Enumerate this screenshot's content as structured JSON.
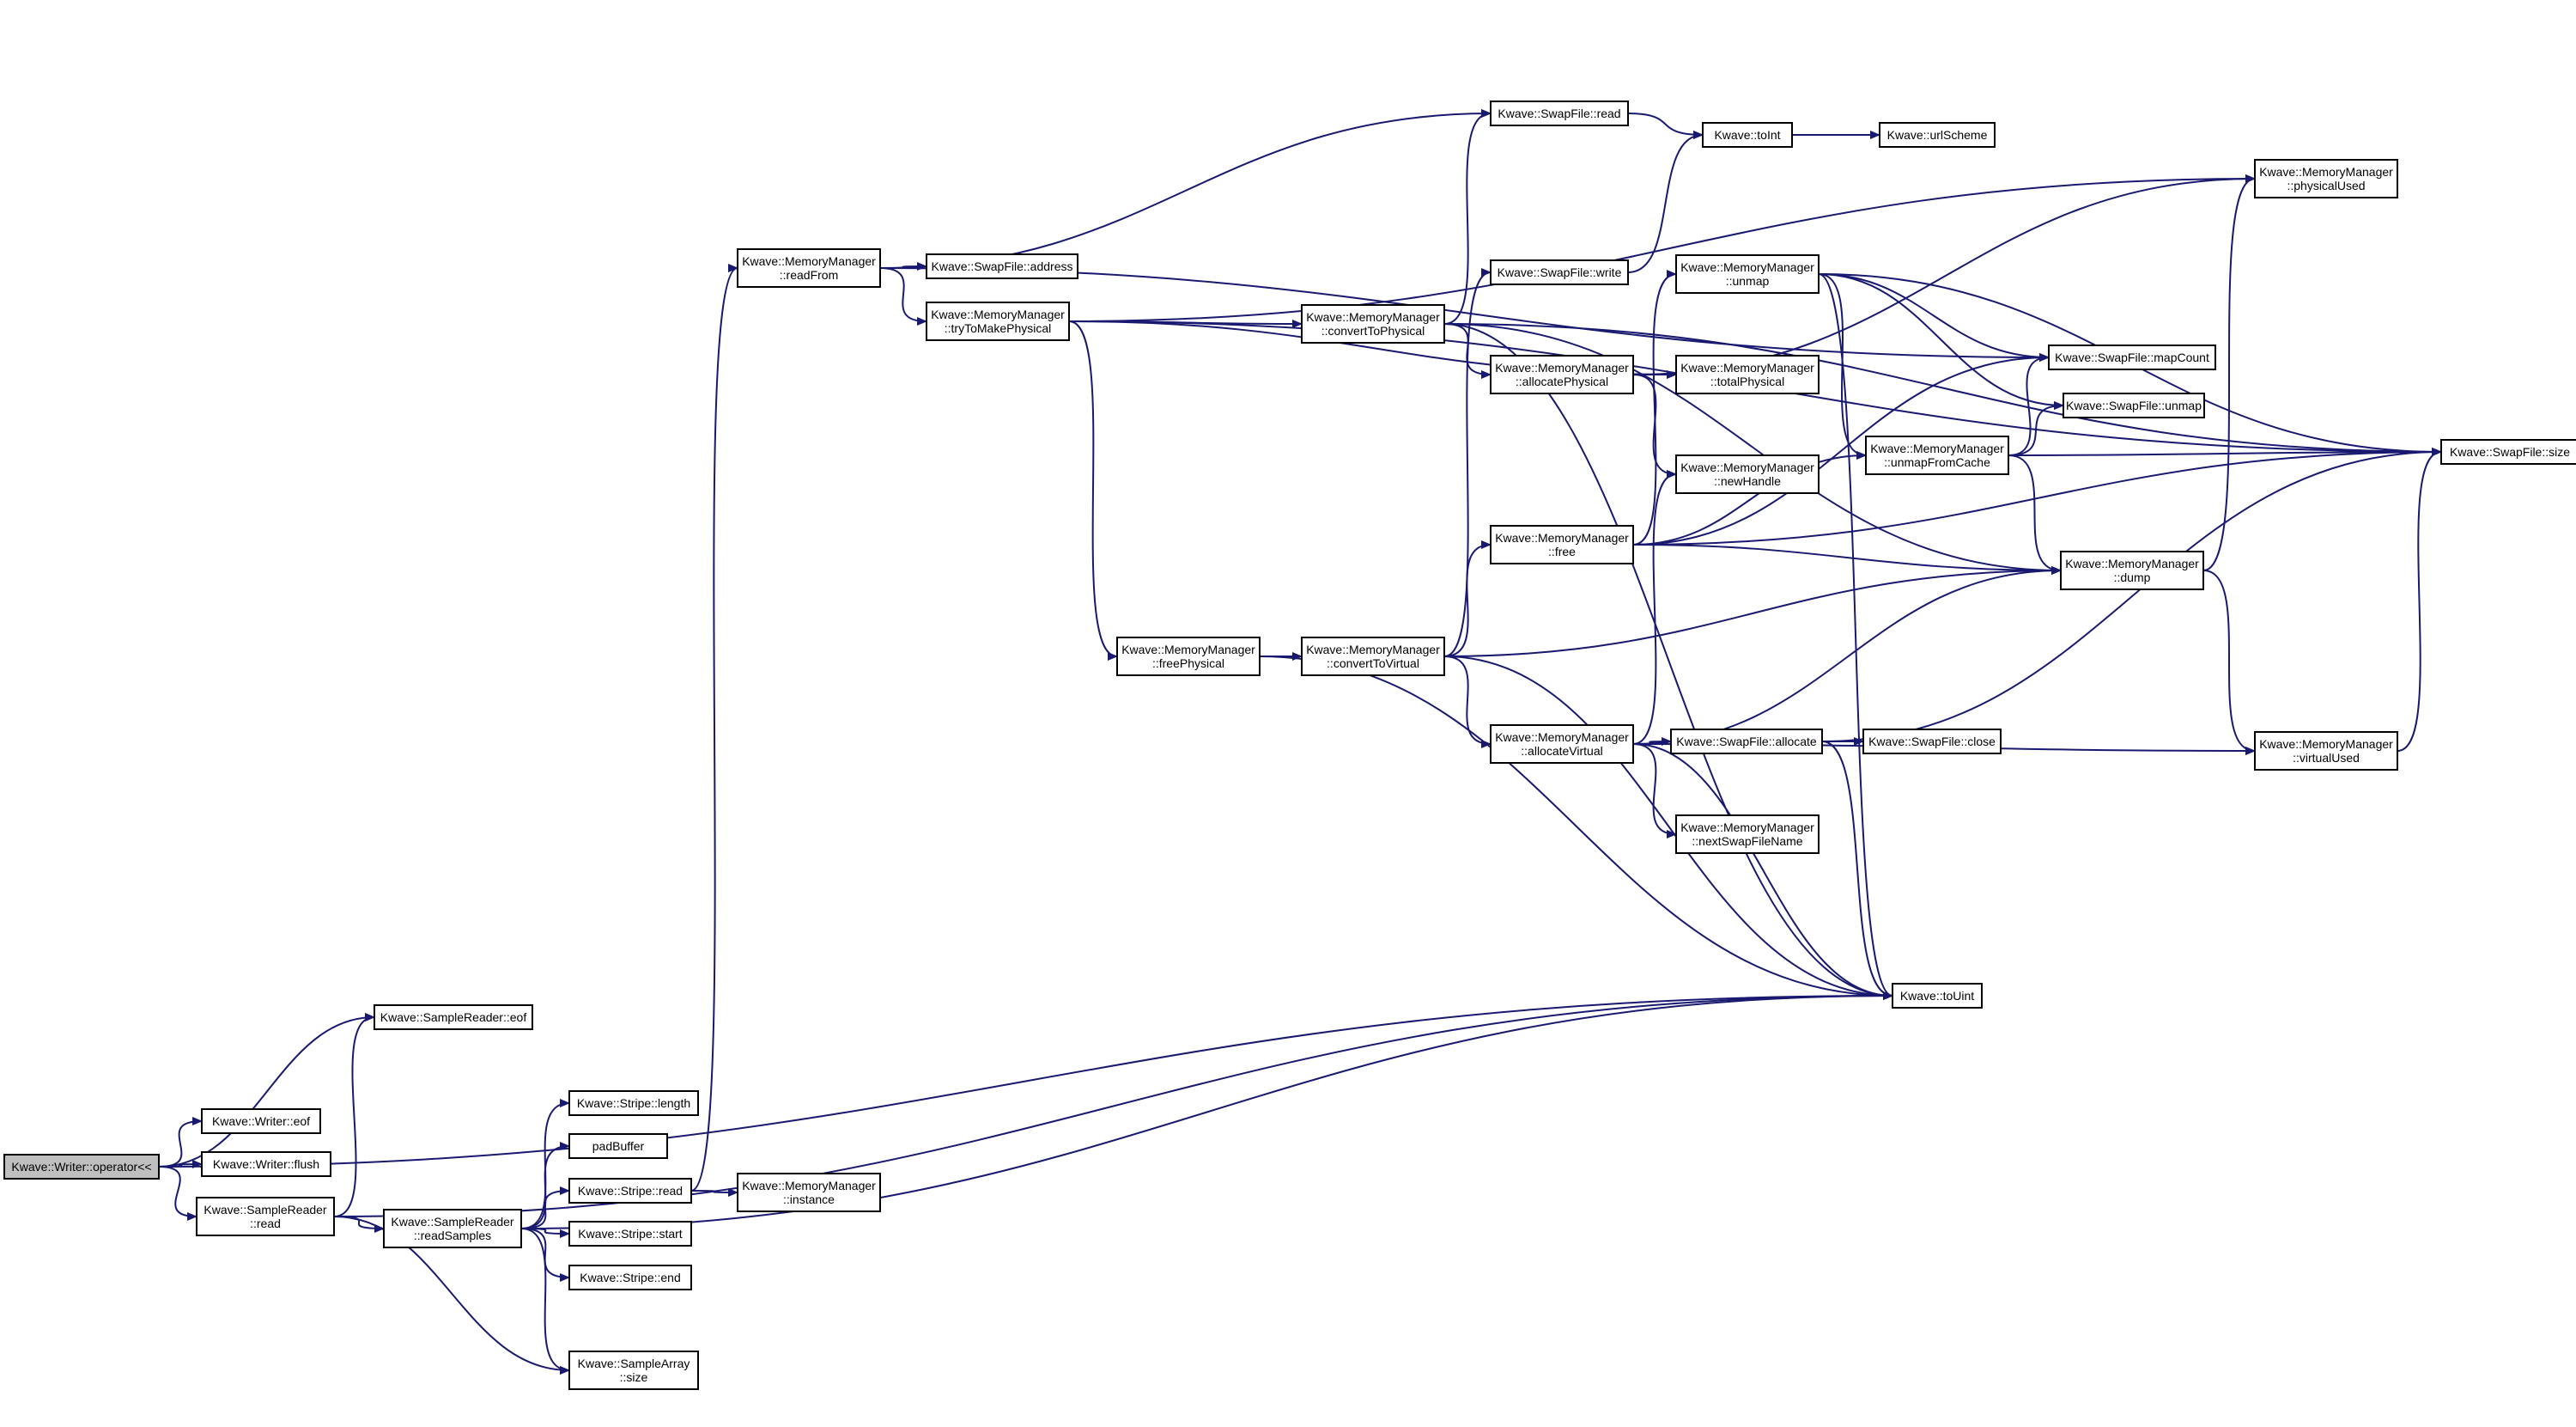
{
  "graph": {
    "title": "",
    "colors": {
      "edge": "#191970",
      "node_border": "#000000",
      "node_fill": "#ffffff",
      "root_fill": "#bfbfbf",
      "text": "#000000"
    },
    "nodes": [
      {
        "id": "root",
        "lines": [
          "Kwave::Writer::operator<<"
        ],
        "root": true
      },
      {
        "id": "sr_eof",
        "lines": [
          "Kwave::SampleReader::eof"
        ]
      },
      {
        "id": "w_eof",
        "lines": [
          "Kwave::Writer::eof"
        ]
      },
      {
        "id": "w_flush",
        "lines": [
          "Kwave::Writer::flush"
        ]
      },
      {
        "id": "sr_read",
        "lines": [
          "Kwave::SampleReader",
          "::read"
        ]
      },
      {
        "id": "sr_readSamples",
        "lines": [
          "Kwave::SampleReader",
          "::readSamples"
        ]
      },
      {
        "id": "stripe_length",
        "lines": [
          "Kwave::Stripe::length"
        ]
      },
      {
        "id": "padBuffer",
        "lines": [
          "padBuffer"
        ]
      },
      {
        "id": "stripe_read",
        "lines": [
          "Kwave::Stripe::read"
        ]
      },
      {
        "id": "stripe_start",
        "lines": [
          "Kwave::Stripe::start"
        ]
      },
      {
        "id": "stripe_end",
        "lines": [
          "Kwave::Stripe::end"
        ]
      },
      {
        "id": "sa_size",
        "lines": [
          "Kwave::SampleArray",
          "::size"
        ]
      },
      {
        "id": "mm_instance",
        "lines": [
          "Kwave::MemoryManager",
          "::instance"
        ]
      },
      {
        "id": "mm_readFrom",
        "lines": [
          "Kwave::MemoryManager",
          "::readFrom"
        ]
      },
      {
        "id": "sf_address",
        "lines": [
          "Kwave::SwapFile::address"
        ]
      },
      {
        "id": "mm_tryToMakePhysical",
        "lines": [
          "Kwave::MemoryManager",
          "::tryToMakePhysical"
        ]
      },
      {
        "id": "mm_freePhysical",
        "lines": [
          "Kwave::MemoryManager",
          "::freePhysical"
        ]
      },
      {
        "id": "mm_convertToPhysical",
        "lines": [
          "Kwave::MemoryManager",
          "::convertToPhysical"
        ]
      },
      {
        "id": "mm_convertToVirtual",
        "lines": [
          "Kwave::MemoryManager",
          "::convertToVirtual"
        ]
      },
      {
        "id": "sf_read",
        "lines": [
          "Kwave::SwapFile::read"
        ]
      },
      {
        "id": "sf_write",
        "lines": [
          "Kwave::SwapFile::write"
        ]
      },
      {
        "id": "mm_allocatePhysical",
        "lines": [
          "Kwave::MemoryManager",
          "::allocatePhysical"
        ]
      },
      {
        "id": "mm_free",
        "lines": [
          "Kwave::MemoryManager",
          "::free"
        ]
      },
      {
        "id": "mm_allocateVirtual",
        "lines": [
          "Kwave::MemoryManager",
          "::allocateVirtual"
        ]
      },
      {
        "id": "toInt",
        "lines": [
          "Kwave::toInt"
        ]
      },
      {
        "id": "urlScheme",
        "lines": [
          "Kwave::urlScheme"
        ]
      },
      {
        "id": "mm_unmap",
        "lines": [
          "Kwave::MemoryManager",
          "::unmap"
        ]
      },
      {
        "id": "mm_totalPhysical",
        "lines": [
          "Kwave::MemoryManager",
          "::totalPhysical"
        ]
      },
      {
        "id": "mm_newHandle",
        "lines": [
          "Kwave::MemoryManager",
          "::newHandle"
        ]
      },
      {
        "id": "sf_allocate",
        "lines": [
          "Kwave::SwapFile::allocate"
        ]
      },
      {
        "id": "mm_nextSwapFileName",
        "lines": [
          "Kwave::MemoryManager",
          "::nextSwapFileName"
        ]
      },
      {
        "id": "mm_unmapFromCache",
        "lines": [
          "Kwave::MemoryManager",
          "::unmapFromCache"
        ]
      },
      {
        "id": "sf_close",
        "lines": [
          "Kwave::SwapFile::close"
        ]
      },
      {
        "id": "toUint",
        "lines": [
          "Kwave::toUint"
        ]
      },
      {
        "id": "sf_mapCount",
        "lines": [
          "Kwave::SwapFile::mapCount"
        ]
      },
      {
        "id": "sf_unmap",
        "lines": [
          "Kwave::SwapFile::unmap"
        ]
      },
      {
        "id": "mm_dump",
        "lines": [
          "Kwave::MemoryManager",
          "::dump"
        ]
      },
      {
        "id": "mm_physicalUsed",
        "lines": [
          "Kwave::MemoryManager",
          "::physicalUsed"
        ]
      },
      {
        "id": "mm_virtualUsed",
        "lines": [
          "Kwave::MemoryManager",
          "::virtualUsed"
        ]
      },
      {
        "id": "sf_size",
        "lines": [
          "Kwave::SwapFile::size"
        ]
      }
    ],
    "edges": [
      [
        "root",
        "sr_eof"
      ],
      [
        "root",
        "w_eof"
      ],
      [
        "root",
        "w_flush"
      ],
      [
        "root",
        "sr_read"
      ],
      [
        "root",
        "toUint"
      ],
      [
        "sr_read",
        "sr_eof"
      ],
      [
        "sr_read",
        "sr_readSamples"
      ],
      [
        "sr_read",
        "sa_size"
      ],
      [
        "sr_read",
        "toUint"
      ],
      [
        "sr_readSamples",
        "stripe_length"
      ],
      [
        "sr_readSamples",
        "padBuffer"
      ],
      [
        "sr_readSamples",
        "stripe_read"
      ],
      [
        "sr_readSamples",
        "stripe_start"
      ],
      [
        "sr_readSamples",
        "stripe_end"
      ],
      [
        "sr_readSamples",
        "sa_size"
      ],
      [
        "sr_readSamples",
        "toUint"
      ],
      [
        "stripe_read",
        "mm_instance"
      ],
      [
        "stripe_read",
        "mm_readFrom"
      ],
      [
        "mm_readFrom",
        "sf_read"
      ],
      [
        "mm_readFrom",
        "sf_address"
      ],
      [
        "mm_readFrom",
        "mm_tryToMakePhysical"
      ],
      [
        "mm_readFrom",
        "sf_mapCount"
      ],
      [
        "mm_tryToMakePhysical",
        "mm_convertToPhysical"
      ],
      [
        "mm_tryToMakePhysical",
        "mm_freePhysical"
      ],
      [
        "mm_tryToMakePhysical",
        "mm_totalPhysical"
      ],
      [
        "mm_tryToMakePhysical",
        "mm_physicalUsed"
      ],
      [
        "mm_tryToMakePhysical",
        "sf_size"
      ],
      [
        "mm_freePhysical",
        "mm_convertToVirtual"
      ],
      [
        "mm_freePhysical",
        "toUint"
      ],
      [
        "mm_convertToPhysical",
        "sf_read"
      ],
      [
        "mm_convertToPhysical",
        "mm_allocatePhysical"
      ],
      [
        "mm_convertToPhysical",
        "mm_dump"
      ],
      [
        "mm_convertToPhysical",
        "sf_size"
      ],
      [
        "mm_convertToPhysical",
        "toUint"
      ],
      [
        "mm_convertToVirtual",
        "sf_write"
      ],
      [
        "mm_convertToVirtual",
        "mm_free"
      ],
      [
        "mm_convertToVirtual",
        "mm_allocateVirtual"
      ],
      [
        "mm_convertToVirtual",
        "mm_dump"
      ],
      [
        "mm_convertToVirtual",
        "toUint"
      ],
      [
        "sf_read",
        "toInt"
      ],
      [
        "sf_write",
        "toInt"
      ],
      [
        "toInt",
        "urlScheme"
      ],
      [
        "mm_allocatePhysical",
        "mm_totalPhysical"
      ],
      [
        "mm_allocatePhysical",
        "mm_newHandle"
      ],
      [
        "mm_allocatePhysical",
        "mm_physicalUsed"
      ],
      [
        "mm_free",
        "mm_unmap"
      ],
      [
        "mm_free",
        "mm_unmapFromCache"
      ],
      [
        "mm_free",
        "mm_dump"
      ],
      [
        "mm_free",
        "sf_mapCount"
      ],
      [
        "mm_free",
        "sf_size"
      ],
      [
        "mm_allocateVirtual",
        "mm_newHandle"
      ],
      [
        "mm_allocateVirtual",
        "sf_allocate"
      ],
      [
        "mm_allocateVirtual",
        "mm_nextSwapFileName"
      ],
      [
        "mm_allocateVirtual",
        "mm_dump"
      ],
      [
        "mm_allocateVirtual",
        "mm_virtualUsed"
      ],
      [
        "mm_allocateVirtual",
        "toUint"
      ],
      [
        "sf_allocate",
        "sf_close"
      ],
      [
        "sf_allocate",
        "sf_size"
      ],
      [
        "sf_allocate",
        "toUint"
      ],
      [
        "mm_unmap",
        "sf_mapCount"
      ],
      [
        "mm_unmap",
        "sf_unmap"
      ],
      [
        "mm_unmap",
        "mm_unmapFromCache"
      ],
      [
        "mm_unmap",
        "sf_size"
      ],
      [
        "mm_unmap",
        "toUint"
      ],
      [
        "mm_unmapFromCache",
        "sf_mapCount"
      ],
      [
        "mm_unmapFromCache",
        "sf_unmap"
      ],
      [
        "mm_unmapFromCache",
        "mm_dump"
      ],
      [
        "mm_unmapFromCache",
        "sf_size"
      ],
      [
        "mm_dump",
        "mm_physicalUsed"
      ],
      [
        "mm_dump",
        "mm_virtualUsed"
      ],
      [
        "mm_virtualUsed",
        "sf_size"
      ]
    ]
  }
}
